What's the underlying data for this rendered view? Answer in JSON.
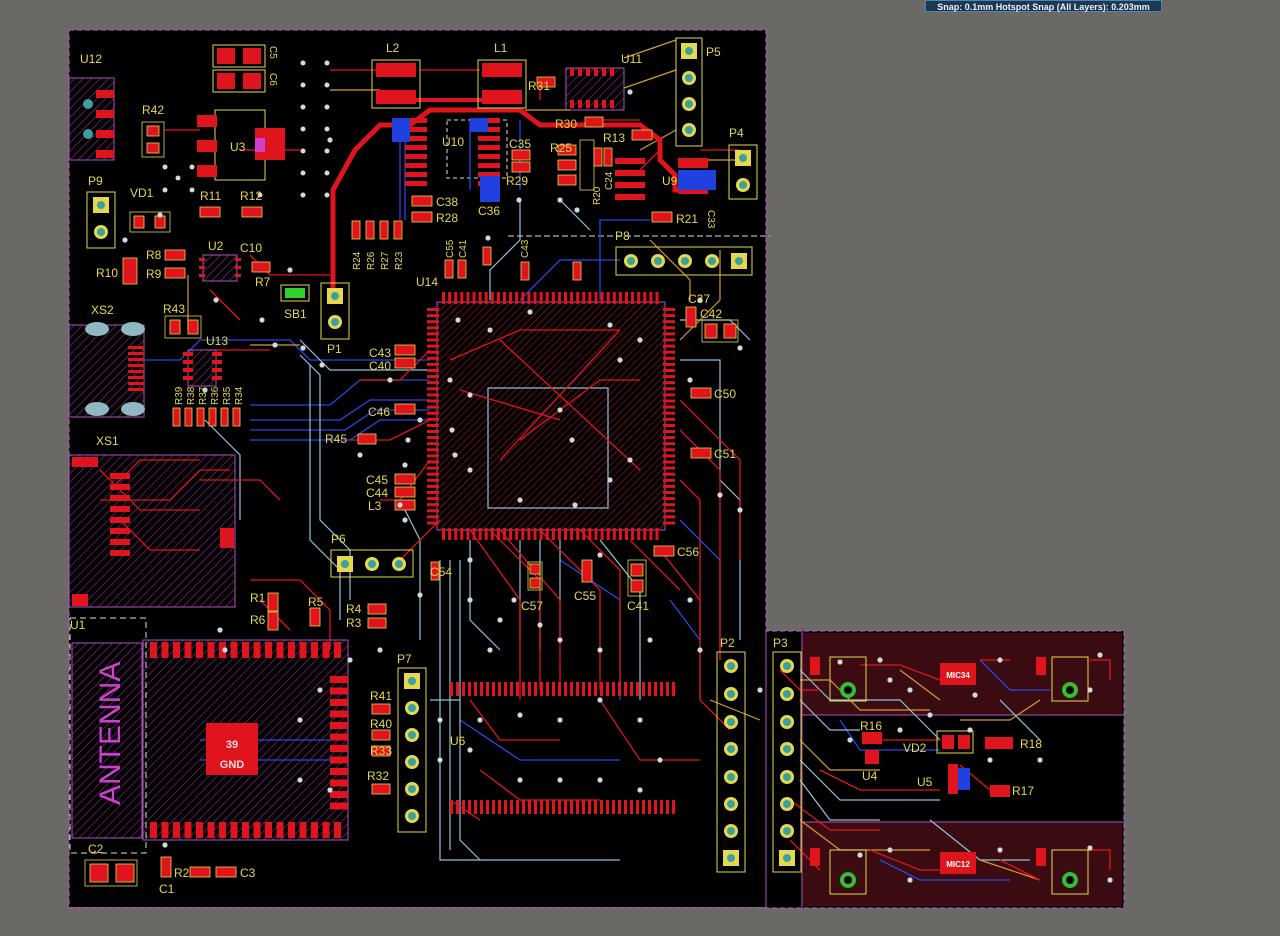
{
  "status": {
    "snap_text": "Snap: 0.1mm Hotspot Snap (All Layers): 0.203mm"
  },
  "colors": {
    "workspace": "#6b6966",
    "board": "#000000",
    "outline": "#b050c0",
    "top_copper": "#e0141c",
    "bottom_copper": "#2040e0",
    "silkscreen": "#e6d84a",
    "trace_lightblue": "#8fc3e0",
    "trace_orange": "#d69a30",
    "mic_board": "#3a0b10"
  },
  "labels": {
    "u12": "U12",
    "r42": "R42",
    "u3": "U3",
    "c5": "C5",
    "c6": "C6",
    "l2": "L2",
    "l1": "L1",
    "r31": "R31",
    "u11": "U11",
    "p5": "P5",
    "r30": "R30",
    "r13": "R13",
    "u10": "U10",
    "c35": "C35",
    "r25": "R25",
    "r29": "R29",
    "u9": "U9",
    "p4": "P4",
    "r21": "R21",
    "c33": "C33",
    "c24": "C24",
    "r20": "R20",
    "c36": "C36",
    "c38": "C38",
    "r28": "R28",
    "p9": "P9",
    "vd1": "VD1",
    "r11": "R11",
    "r12": "R12",
    "u2": "U2",
    "c10": "C10",
    "r8": "R8",
    "r9": "R9",
    "r10": "R10",
    "r7": "R7",
    "sb1": "SB1",
    "p1": "P1",
    "r24": "R24",
    "r26": "R26",
    "r27": "R27",
    "r23": "R23",
    "c55": "C55",
    "c41": "C41",
    "c43": "C43",
    "p8": "P8",
    "u14": "U14",
    "c37": "C37",
    "c42": "C42",
    "xs2": "XS2",
    "r43": "R43",
    "u13": "U13",
    "r39": "R39",
    "r38": "R38",
    "r37": "R37",
    "r36": "R36",
    "r35": "R35",
    "r34": "R34",
    "c43b": "C43",
    "c40": "C40",
    "c46": "C46",
    "c50": "C50",
    "xs1": "XS1",
    "r45": "R45",
    "c51": "C51",
    "c45": "C45",
    "c44": "C44",
    "l3": "L3",
    "p6": "P6",
    "c54": "C54",
    "c56": "C56",
    "c57": "C57",
    "c55b": "C55",
    "c41b": "C41",
    "r1": "R1",
    "r5": "R5",
    "r4": "R4",
    "r6": "R6",
    "r3": "R3",
    "u1": "U1",
    "p7": "P7",
    "p2": "P2",
    "p3": "P3",
    "r41": "R41",
    "r40": "R40",
    "r33": "R33",
    "r32": "R32",
    "u6": "U6",
    "r16": "R16",
    "vd2": "VD2",
    "r18": "R18",
    "u4": "U4",
    "u5": "U5",
    "r17": "R17",
    "c2": "C2",
    "r2": "R2",
    "c3": "C3",
    "c1": "C1",
    "antenna": "ANTENNA",
    "gnd_num": "39",
    "gnd": "GND",
    "mic34": "MIC34",
    "mic12": "MIC12"
  }
}
